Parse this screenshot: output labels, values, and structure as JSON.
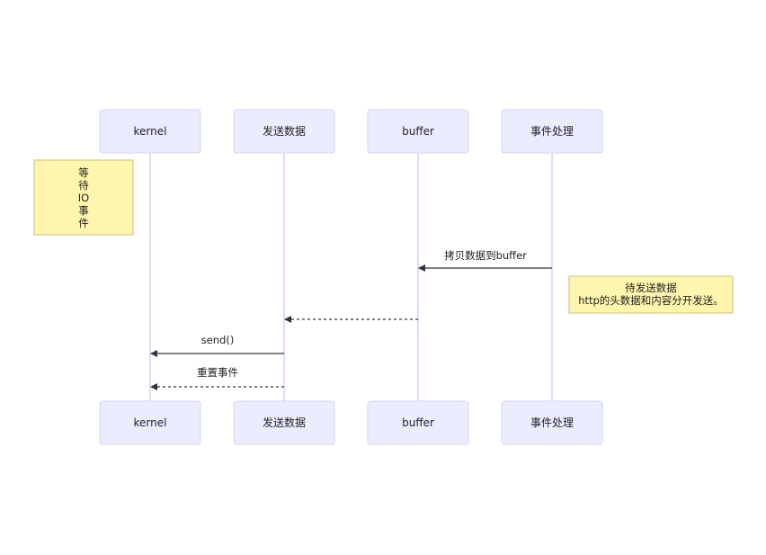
{
  "participants": [
    {
      "id": "kernel",
      "label": "kernel"
    },
    {
      "id": "send",
      "label": "发送数据"
    },
    {
      "id": "buffer",
      "label": "buffer"
    },
    {
      "id": "event",
      "label": "事件处理"
    }
  ],
  "notes": [
    {
      "id": "wait-io",
      "lines": [
        "等",
        "待",
        "IO",
        "事",
        "件"
      ]
    },
    {
      "id": "pending-send",
      "lines": [
        "待发送数据",
        "http的头数据和内容分开发送。"
      ]
    }
  ],
  "messages": [
    {
      "from": "event",
      "to": "buffer",
      "label": "拷贝数据到buffer",
      "style": "solid"
    },
    {
      "from": "buffer",
      "to": "send",
      "label": "",
      "style": "dashed"
    },
    {
      "from": "send",
      "to": "kernel",
      "label": "send()",
      "style": "solid"
    },
    {
      "from": "send",
      "to": "kernel",
      "label": "重置事件",
      "style": "dashed"
    }
  ]
}
